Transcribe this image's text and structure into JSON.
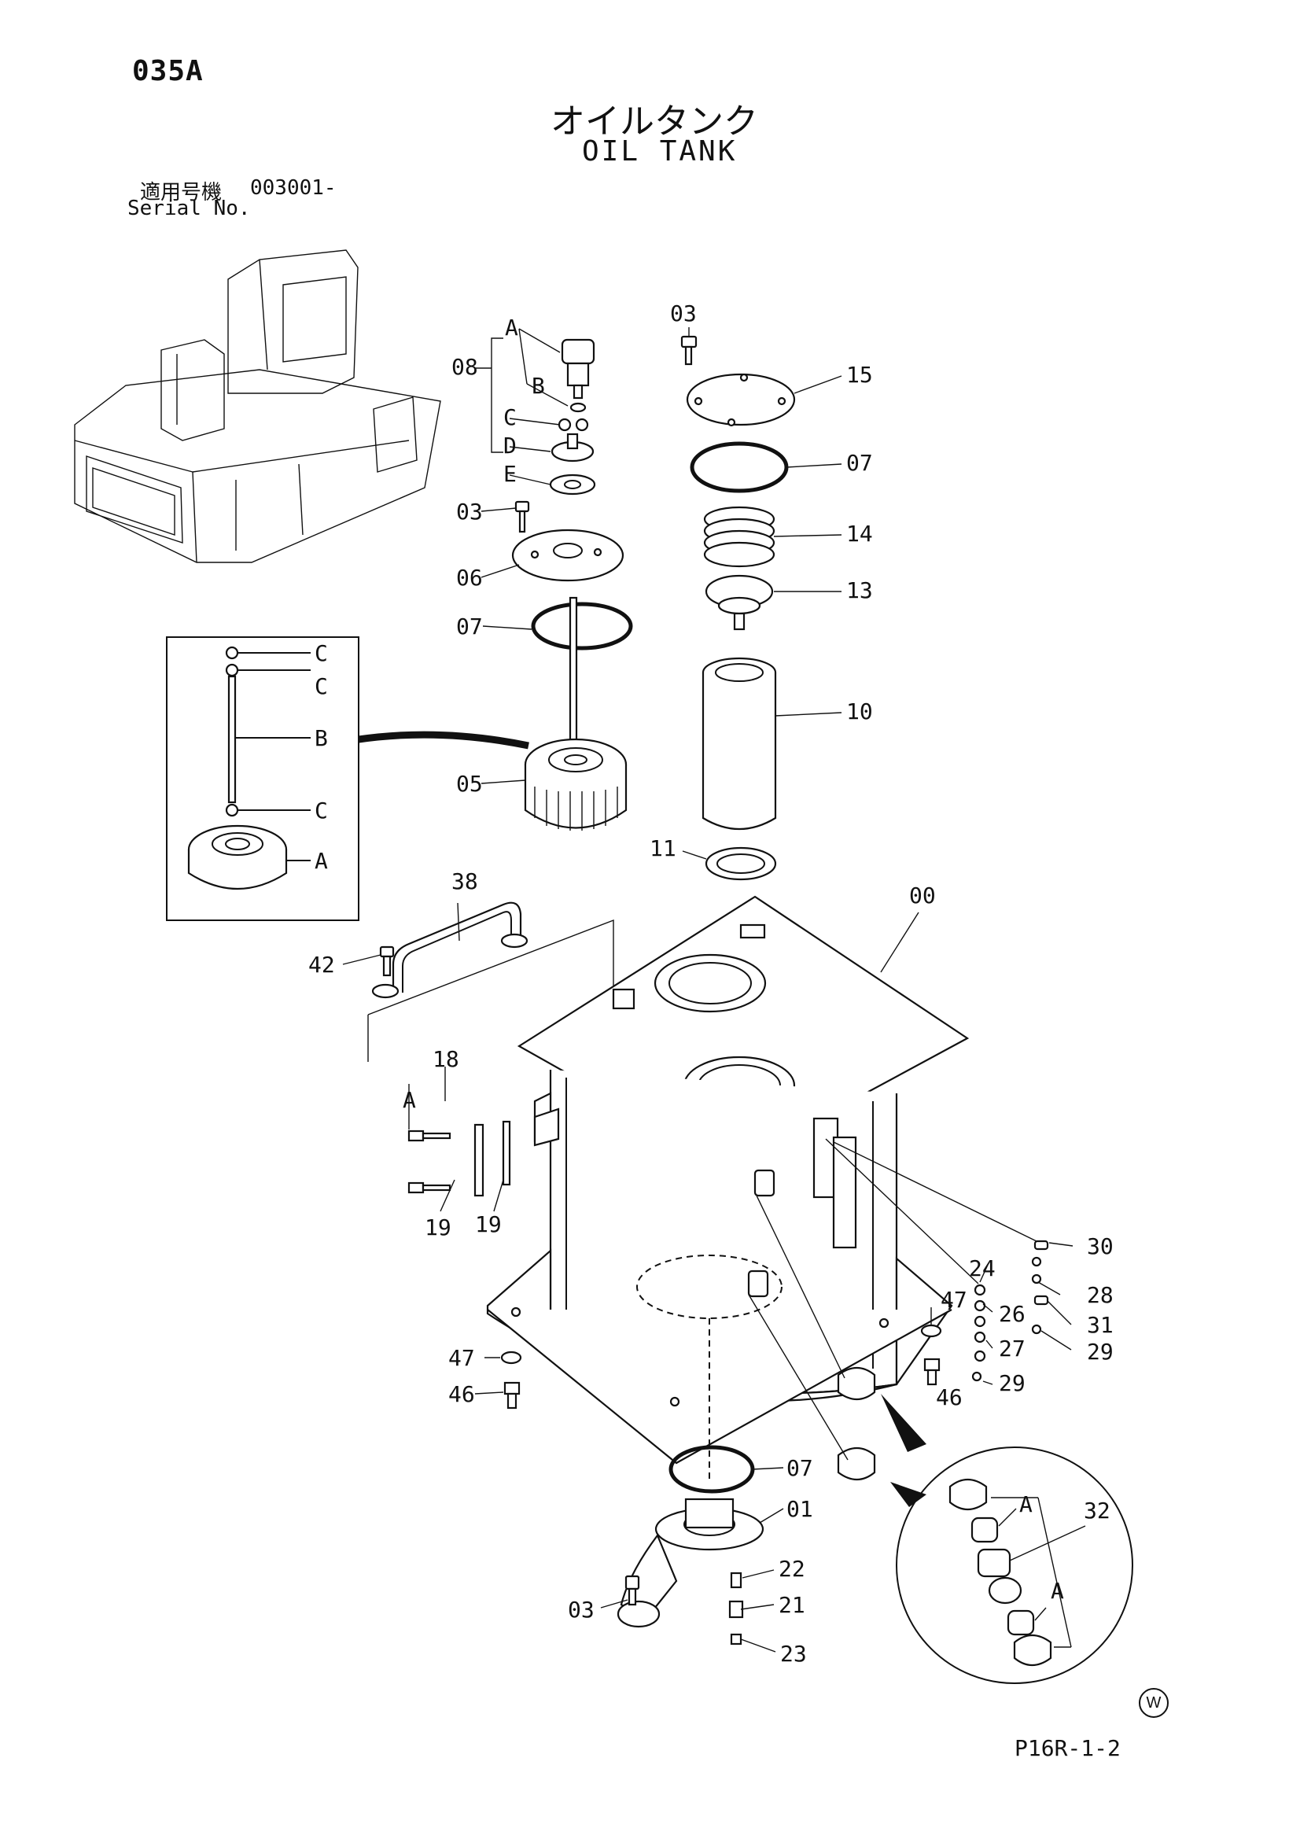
{
  "header": {
    "page_code": "035A",
    "title_jp": "オイルタンク",
    "title_en": "OIL TANK",
    "serial_label_jp": "適用号機",
    "serial_value": "003001-",
    "serial_label_en": "Serial No."
  },
  "footer": {
    "drawing_ref": "P16R-1-2",
    "watermark_symbol": "W"
  },
  "callouts": {
    "c03_top": "03",
    "c15": "15",
    "c07_top": "07",
    "c14": "14",
    "c13": "13",
    "c10": "10",
    "c11": "11",
    "c00": "00",
    "c08": "08",
    "c08_A": "A",
    "c08_B": "B",
    "c08_C": "C",
    "c08_D": "D",
    "c08_E": "E",
    "c03_mid": "03",
    "c06": "06",
    "c07_mid": "07",
    "c05": "05",
    "det_C1": "C",
    "det_C2": "C",
    "det_B": "B",
    "det_C3": "C",
    "det_A": "A",
    "c38": "38",
    "c42": "42",
    "c18": "18",
    "c18_A": "A",
    "c19a": "19",
    "c19b": "19",
    "c30": "30",
    "c24": "24",
    "c28": "28",
    "c47r": "47",
    "c26": "26",
    "c31": "31",
    "c27": "27",
    "c29a": "29",
    "c29b": "29",
    "c46r": "46",
    "c47l": "47",
    "c46l": "46",
    "c07_bot": "07",
    "c01": "01",
    "c22": "22",
    "c21": "21",
    "c03_bot": "03",
    "c23": "23",
    "circ_A1": "A",
    "circ_32": "32",
    "circ_A2": "A"
  }
}
